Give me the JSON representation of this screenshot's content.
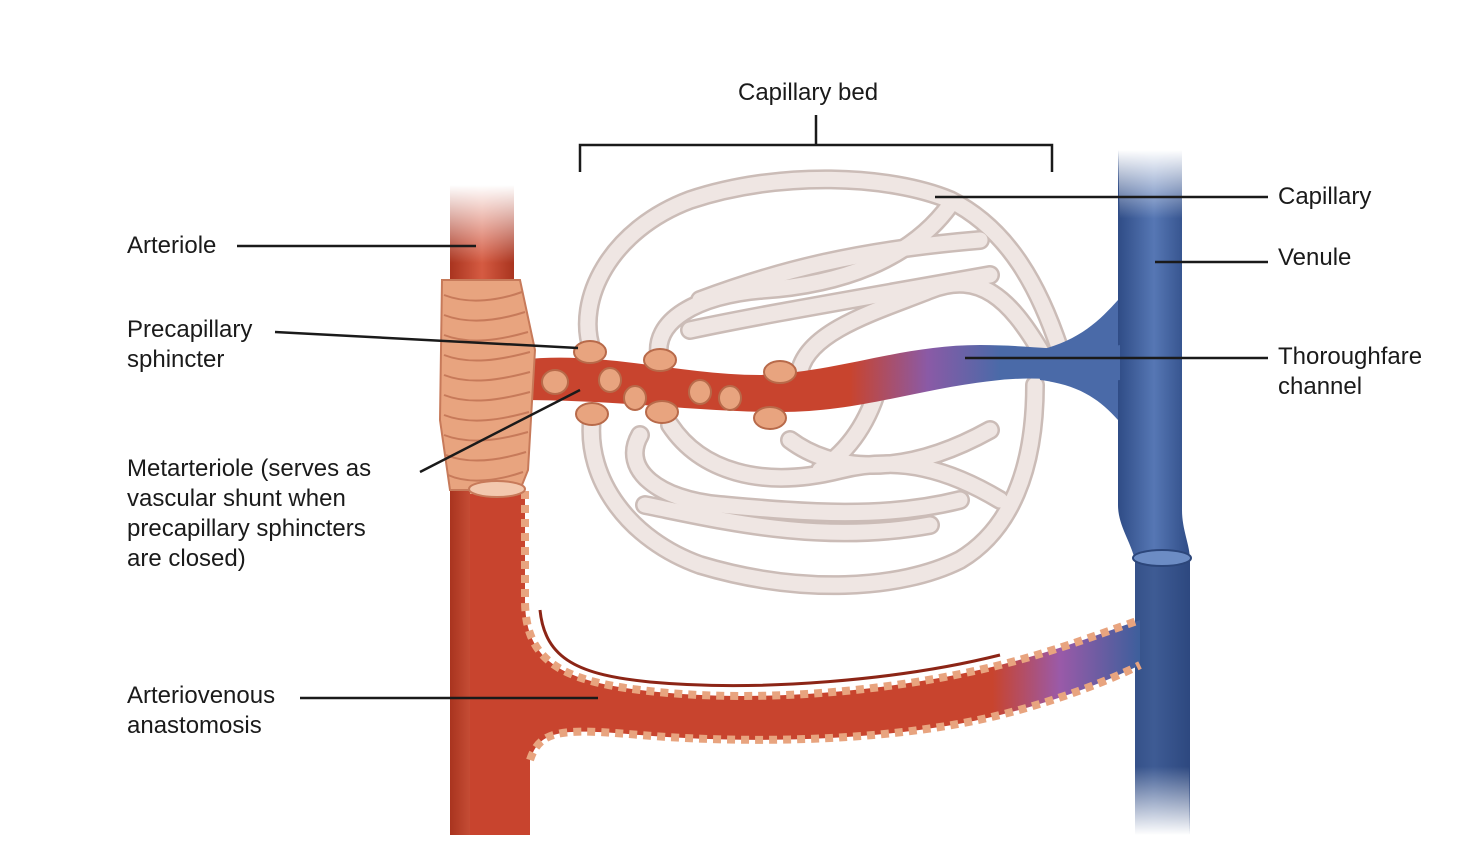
{
  "title": "Capillary bed",
  "labels": {
    "arteriole": "Arteriole",
    "precapillary_sphincter": [
      "Precapillary",
      "sphincter"
    ],
    "metarteriole": [
      "Metarteriole (serves as",
      "vascular shunt when",
      "precapillary sphincters",
      "are closed)"
    ],
    "arteriovenous_anastomosis": [
      "Arteriovenous",
      "anastomosis"
    ],
    "capillary": "Capillary",
    "venule": "Venule",
    "thoroughfare_channel": [
      "Thoroughfare",
      "channel"
    ]
  },
  "colors": {
    "arterial": "#c8442e",
    "arterial_dark": "#9e2f1f",
    "sphincter": "#e8a47f",
    "capillary": "#efe6e3",
    "capillary_edge": "#cbbcb7",
    "venous": "#3d5f9c",
    "venous_dark": "#2c467a",
    "transition": "#8a5aa6"
  }
}
